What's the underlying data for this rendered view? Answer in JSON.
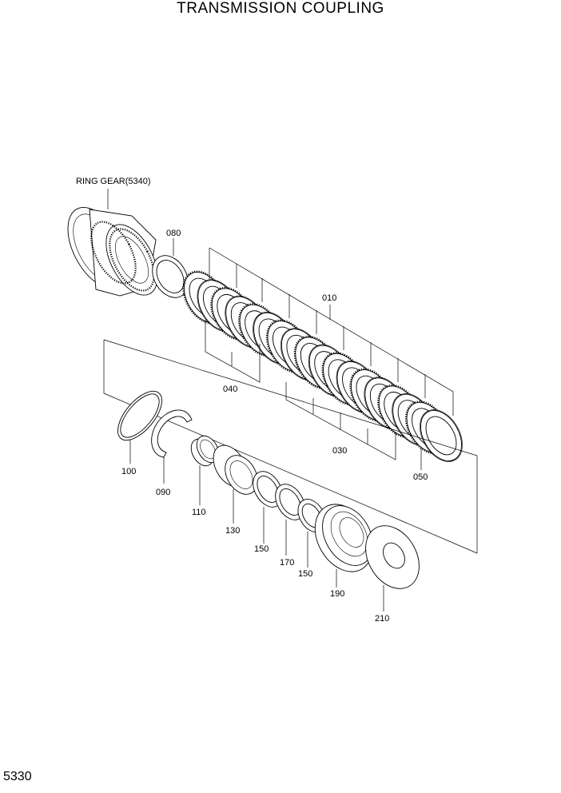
{
  "title": "TRANSMISSION COUPLING",
  "page_number": "5330",
  "labels": {
    "ring_gear": "RING GEAR(5340)",
    "p080": "080",
    "p010": "010",
    "p040": "040",
    "p030": "030",
    "p050": "050",
    "p100": "100",
    "p090": "090",
    "p110": "110",
    "p130": "130",
    "p150a": "150",
    "p170": "170",
    "p150b": "150",
    "p190": "190",
    "p210": "210"
  }
}
